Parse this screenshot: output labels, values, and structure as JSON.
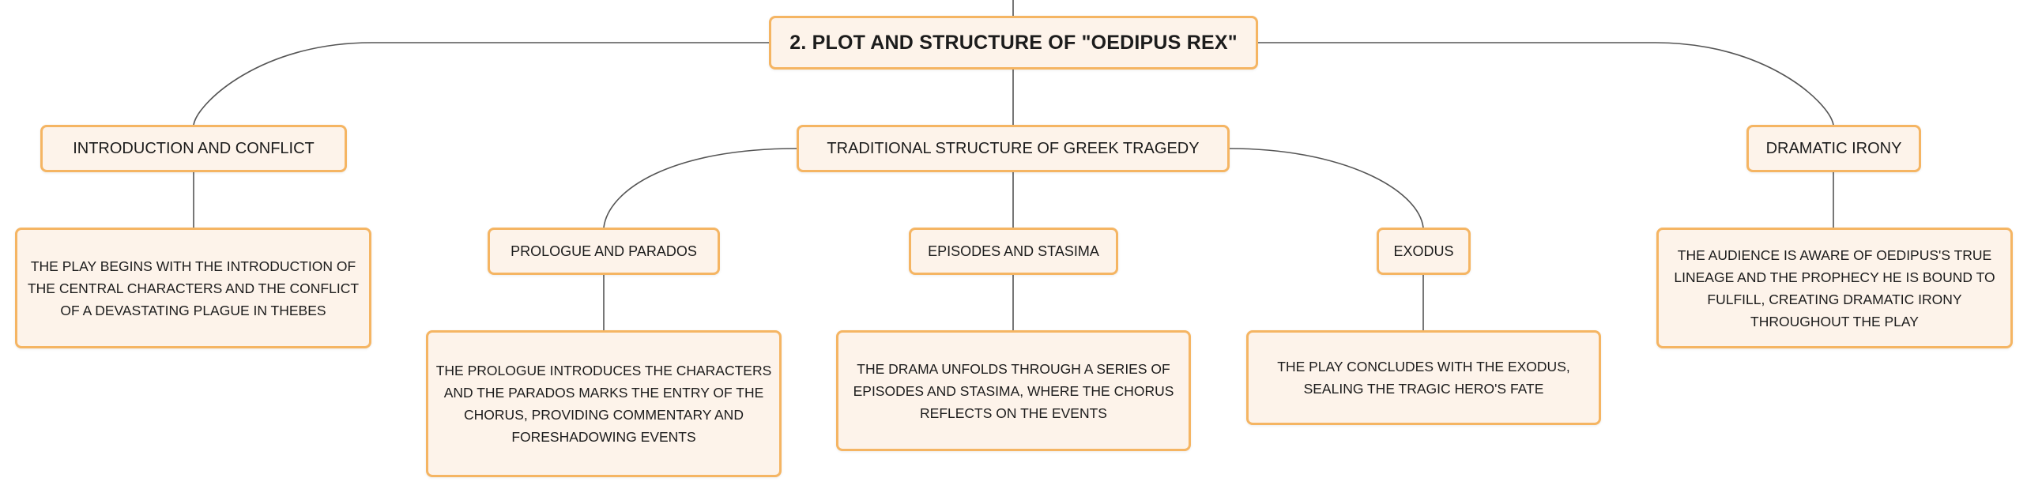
{
  "mindmap": {
    "root": {
      "title": "2. PLOT AND STRUCTURE OF \"OEDIPUS REX\""
    },
    "introduction": {
      "title": "INTRODUCTION AND CONFLICT",
      "description": "THE PLAY BEGINS WITH THE INTRODUCTION OF THE CENTRAL CHARACTERS AND THE CONFLICT OF A DEVASTATING PLAGUE IN THEBES"
    },
    "structure": {
      "title": "TRADITIONAL STRUCTURE OF GREEK TRAGEDY",
      "prologue": {
        "title": "PROLOGUE AND PARADOS",
        "description": "THE PROLOGUE INTRODUCES THE CHARACTERS AND THE PARADOS MARKS THE ENTRY OF THE CHORUS, PROVIDING COMMENTARY AND FORESHADOWING EVENTS"
      },
      "episodes": {
        "title": "EPISODES AND STASIMA",
        "description": "THE DRAMA UNFOLDS THROUGH A SERIES OF EPISODES AND STASIMA, WHERE THE CHORUS REFLECTS ON THE EVENTS"
      },
      "exodus": {
        "title": "EXODUS",
        "description": "THE PLAY CONCLUDES WITH THE EXODUS, SEALING THE TRAGIC HERO'S FATE"
      }
    },
    "irony": {
      "title": "DRAMATIC IRONY",
      "description": "THE AUDIENCE IS AWARE OF OEDIPUS'S TRUE LINEAGE AND THE PROPHECY HE IS BOUND TO FULFILL, CREATING DRAMATIC IRONY THROUGHOUT THE PLAY"
    }
  }
}
